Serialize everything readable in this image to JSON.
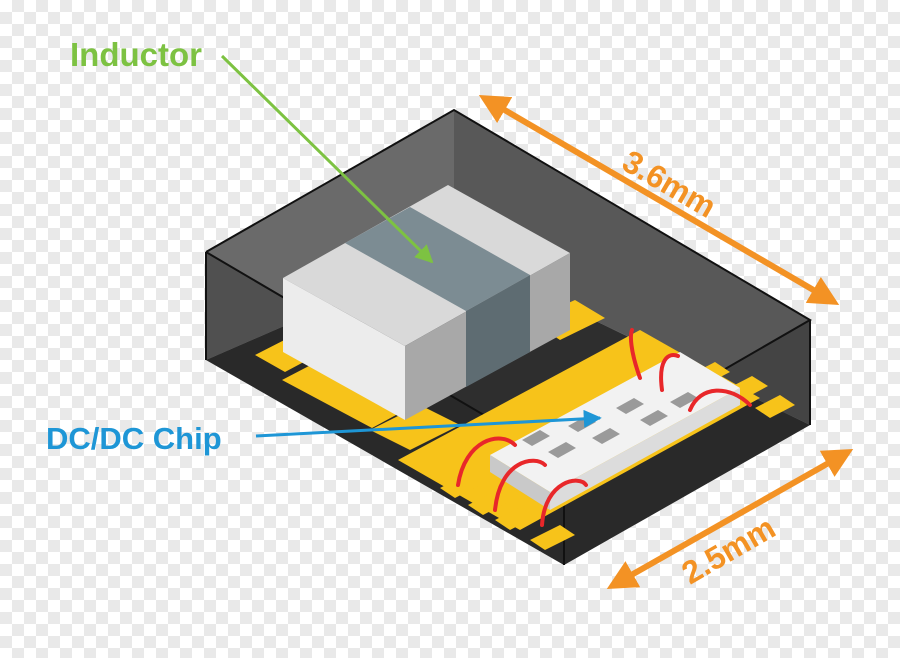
{
  "labels": {
    "inductor": "Inductor",
    "chip": "DC/DC Chip",
    "length": "3.6mm",
    "width": "2.5mm"
  },
  "colors": {
    "inductor_label": "#7dc242",
    "chip_label": "#1e96d6",
    "dimension": "#f39224",
    "pad_gold": "#f7c31a",
    "package_dark": "#3c3c3c",
    "inductor_body": "#6f7f86",
    "bond_wire": "#e8272a"
  }
}
